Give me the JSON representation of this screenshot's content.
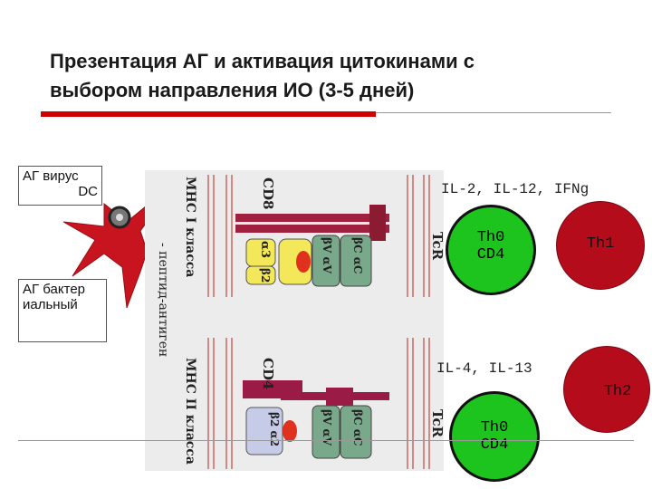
{
  "title": {
    "line1": "Презентация АГ и активация цитокинами с",
    "line2": "выбором направления ИО (3-5 дней)"
  },
  "labels": {
    "ag_virus": "АГ вирус",
    "dc": "DC",
    "ag_bacterial": "АГ бактериальный"
  },
  "cytokines": {
    "top": "IL-2, IL-12, IFNg",
    "bottom": "IL-4, IL-13"
  },
  "cells": {
    "th0_top_line1": "Th0",
    "th0_top_line2": "CD4",
    "th1": "Th1",
    "th2": "Th2",
    "th0_bottom_line1": "Th0",
    "th0_bottom_line2": "CD4"
  },
  "diagram": {
    "mhc1": "МНС I класса",
    "mhc2": "МНС II класса",
    "peptide": "- пептид-антиген",
    "cd8": "CD8",
    "cd4": "CD4",
    "tcr_top": "TcR",
    "tcr_bottom": "TcR",
    "a3": "α3",
    "b2": "β2",
    "bv_av": "βV αV",
    "bc_ac": "βC αC",
    "b2_a2": "β2 α2",
    "bv_av_2": "βV αV",
    "bc_ac_2": "βC αC"
  },
  "colors": {
    "accent_red": "#d00000",
    "th_green": "#1ec41e",
    "th_red": "#b50c1c",
    "dc_red": "#c8141e"
  }
}
